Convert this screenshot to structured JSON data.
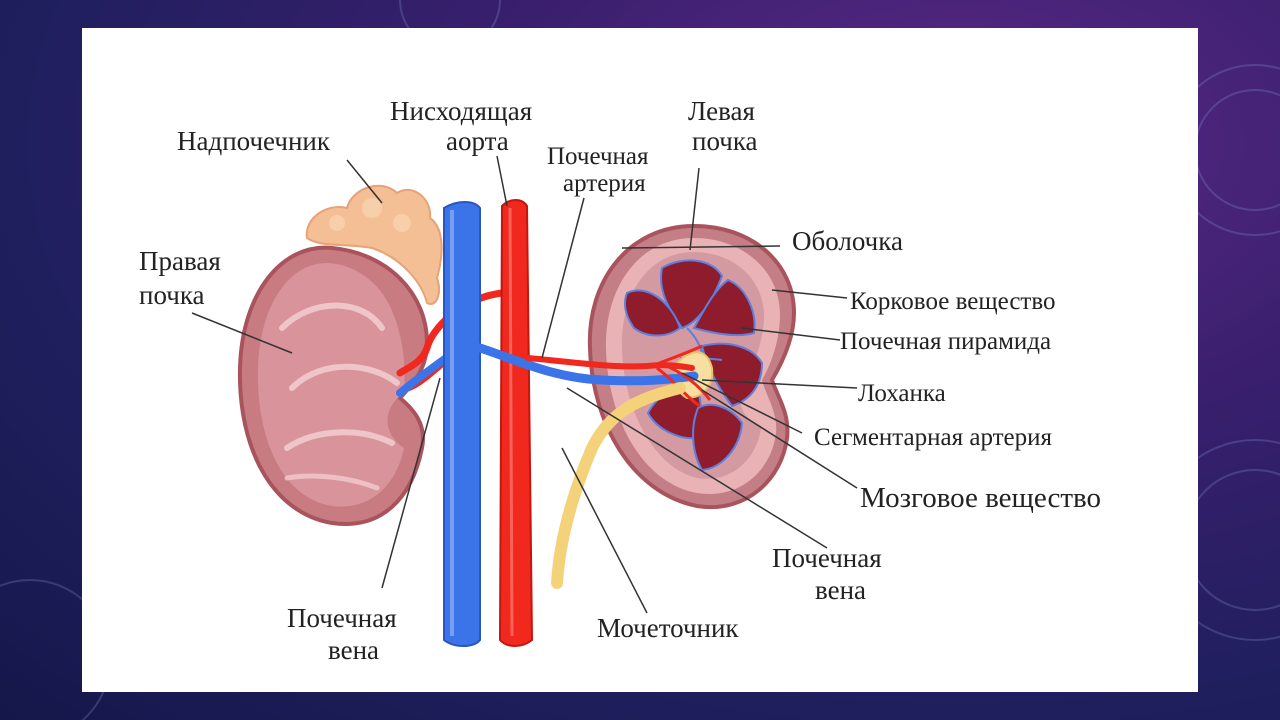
{
  "slide": {
    "labels": {
      "adrenal": "Надпочечник",
      "aorta_l1": "Нисходящая",
      "aorta_l2": "аорта",
      "left_kidney_l1": "Левая",
      "left_kidney_l2": "почка",
      "renal_artery_l1": "Почечная",
      "renal_artery_l2": "артерия",
      "capsule": "Оболочка",
      "right_kidney_l1": "Правая",
      "right_kidney_l2": "почка",
      "cortex": "Корковое вещество",
      "pyramid": "Почечная пирамида",
      "pelvis": "Лоханка",
      "segmental_artery": "Сегментарная артерия",
      "medulla": "Мозговое вещество",
      "renal_vein_right_l1": "Почечная",
      "renal_vein_right_l2": "вена",
      "ureter": "Мочеточник",
      "renal_vein_left_l1": "Почечная",
      "renal_vein_left_l2": "вена"
    }
  },
  "colors": {
    "vein": "#3b73e8",
    "artery": "#f0281e",
    "kidney": "#c97b82",
    "pyramid": "#8e1c2c",
    "ureter": "#f3d27a",
    "adrenal": "#f4bf94"
  }
}
